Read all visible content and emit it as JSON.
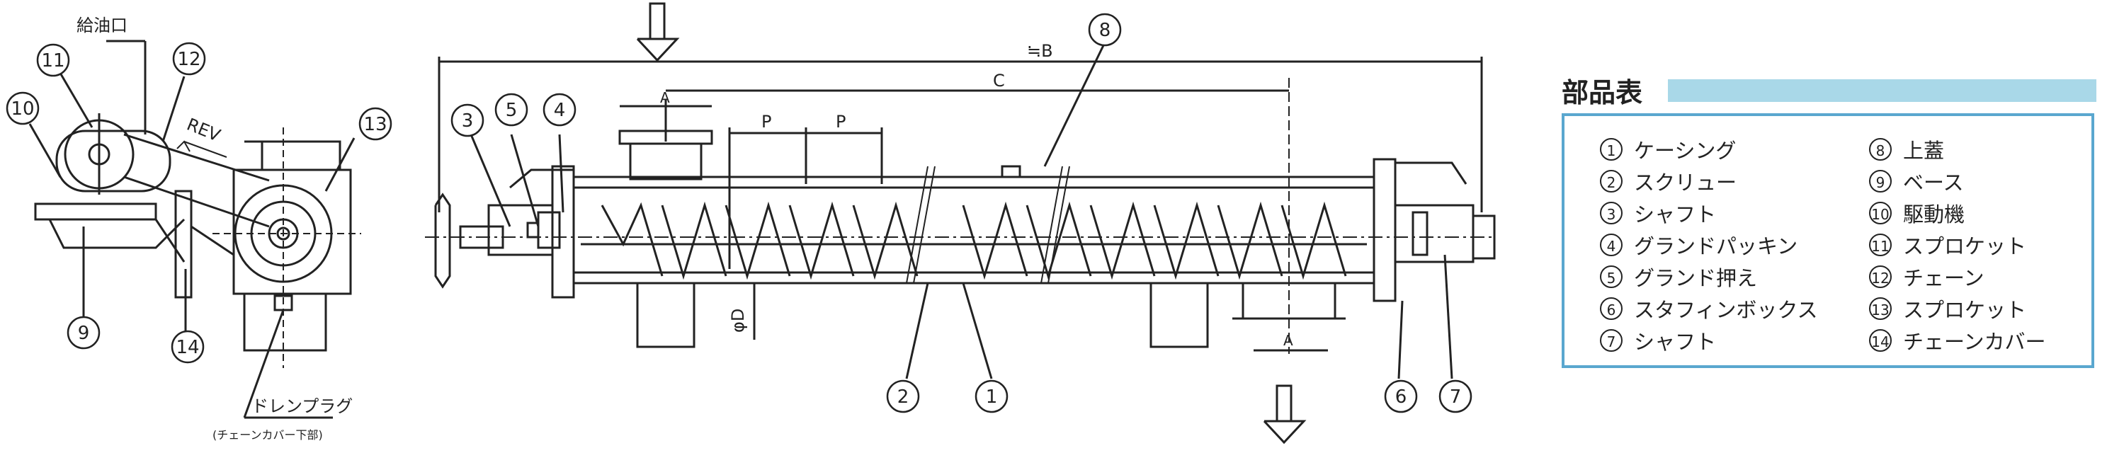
{
  "side_view": {
    "oil_inlet_label": "給油口",
    "rev_label": "REV",
    "drain_plug_label": "ドレンプラグ",
    "drain_plug_note": "(チェーンカバー下部)",
    "callouts": [
      "11",
      "12",
      "10",
      "13",
      "9",
      "14"
    ]
  },
  "main_view": {
    "dim_b": "≒B",
    "dim_c": "C",
    "dim_a_top": "A",
    "dim_a_bottom": "A",
    "dim_p1": "P",
    "dim_p2": "P",
    "dim_d": "φD",
    "callouts_top": [
      "8",
      "3",
      "5",
      "4"
    ],
    "callouts_bottom": [
      "2",
      "1",
      "6",
      "7"
    ]
  },
  "parts_table": {
    "title": "部品表",
    "items": [
      {
        "num": "1",
        "name": "ケーシング"
      },
      {
        "num": "2",
        "name": "スクリュー"
      },
      {
        "num": "3",
        "name": "シャフト"
      },
      {
        "num": "4",
        "name": "グランドパッキン"
      },
      {
        "num": "5",
        "name": "グランド押え"
      },
      {
        "num": "6",
        "name": "スタフィンボックス"
      },
      {
        "num": "7",
        "name": "シャフト"
      },
      {
        "num": "8",
        "name": "上蓋"
      },
      {
        "num": "9",
        "name": "ベース"
      },
      {
        "num": "10",
        "name": "駆動機"
      },
      {
        "num": "11",
        "name": "スプロケット"
      },
      {
        "num": "12",
        "name": "チェーン"
      },
      {
        "num": "13",
        "name": "スプロケット"
      },
      {
        "num": "14",
        "name": "チェーンカバー"
      }
    ]
  },
  "colors": {
    "line": "#222222",
    "accent_bar": "#a9d8e8",
    "panel_border": "#5aa7cf"
  }
}
